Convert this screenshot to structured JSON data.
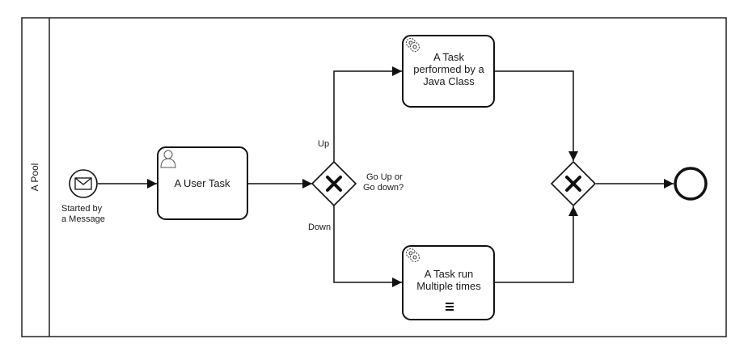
{
  "pool": {
    "label": "A Pool"
  },
  "start_event": {
    "label_lines": [
      "Started by",
      "a Message"
    ],
    "icon": "envelope-icon"
  },
  "user_task": {
    "label": "A User Task",
    "icon": "user-icon"
  },
  "split_gateway": {
    "label_lines": [
      "Go Up or",
      "Go down?"
    ],
    "icon": "x-marker-icon"
  },
  "flows": {
    "up_label": "Up",
    "down_label": "Down"
  },
  "service_task": {
    "label_lines": [
      "A Task",
      "performed by a",
      "Java Class"
    ],
    "icon": "gear-icon"
  },
  "multi_task": {
    "label_lines": [
      "A Task run",
      "Multiple times"
    ],
    "icon": "gear-icon",
    "marker": "parallel-multi-instance-icon"
  },
  "join_gateway": {
    "icon": "x-marker-icon"
  },
  "end_event": {
    "icon": "end-circle-icon"
  }
}
